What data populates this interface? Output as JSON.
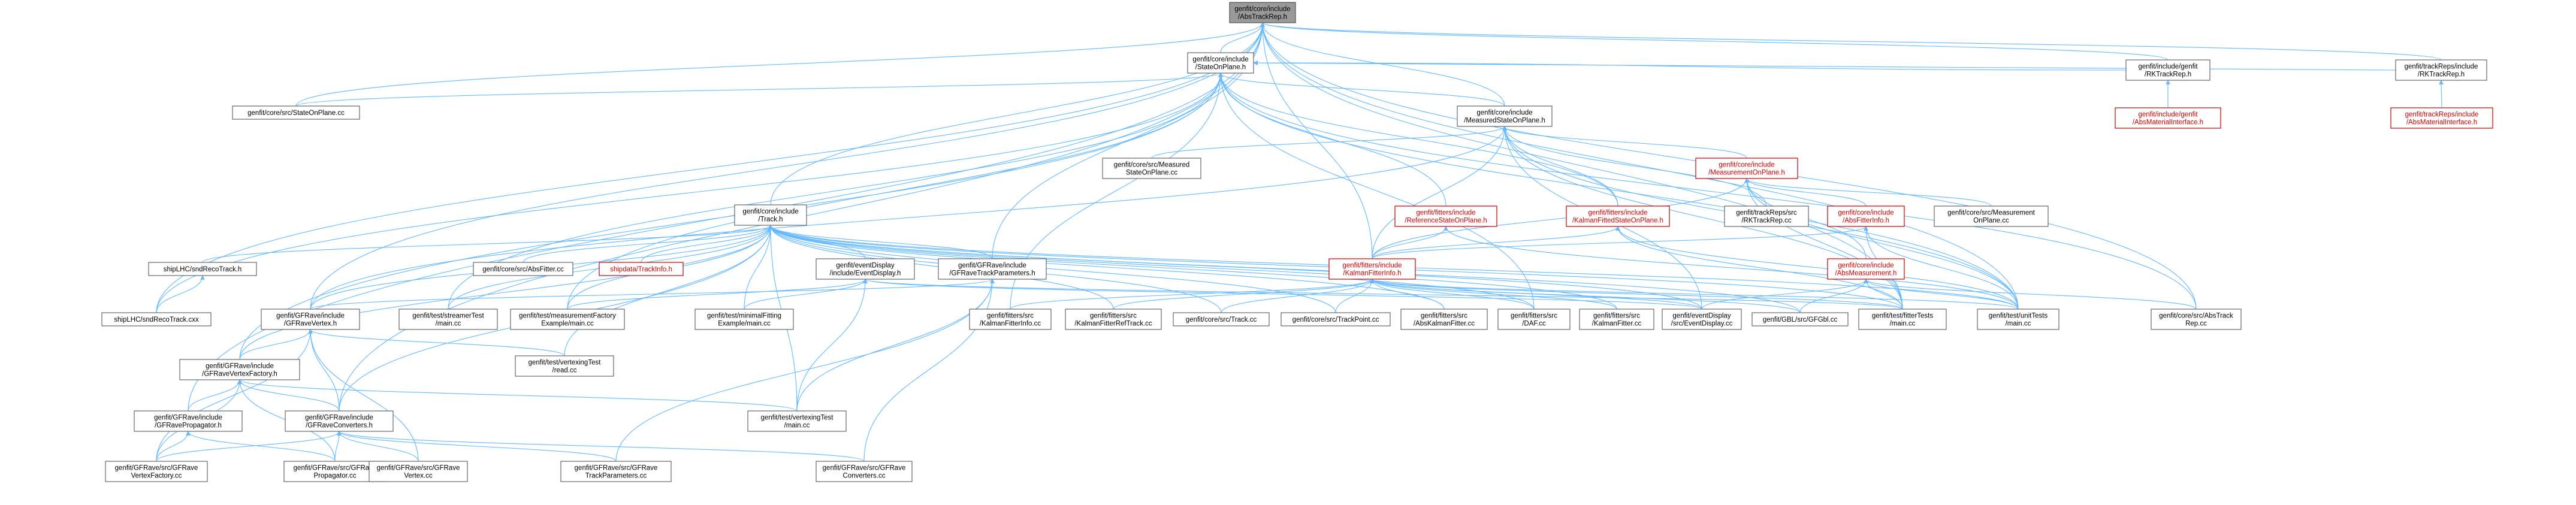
{
  "nodes": [
    {
      "id": "abstrackrep_h",
      "lines": [
        "genfit/core/include",
        "/AbsTrackRep.h"
      ],
      "kind": "root"
    },
    {
      "id": "stateonplane_h",
      "lines": [
        "genfit/core/include",
        "/StateOnPlane.h"
      ],
      "kind": "plain"
    },
    {
      "id": "stateonplane_cc",
      "lines": [
        "genfit/core/src/StateOnPlane.cc"
      ],
      "kind": "plain"
    },
    {
      "id": "measuredsop_h",
      "lines": [
        "genfit/core/include",
        "/MeasuredStateOnPlane.h"
      ],
      "kind": "plain"
    },
    {
      "id": "rktrackrep_h",
      "lines": [
        "genfit/include/genfit",
        "/RKTrackRep.h"
      ],
      "kind": "plain"
    },
    {
      "id": "rktrackreps_h",
      "lines": [
        "genfit/trackReps/include",
        "/RKTrackRep.h"
      ],
      "kind": "plain"
    },
    {
      "id": "absmat_genfit",
      "lines": [
        "genfit/include/genfit",
        "/AbsMaterialInterface.h"
      ],
      "kind": "red"
    },
    {
      "id": "absmat_trackreps",
      "lines": [
        "genfit/trackReps/include",
        "/AbsMaterialInterface.h"
      ],
      "kind": "red"
    },
    {
      "id": "measuredsop_cc",
      "lines": [
        "genfit/core/src/Measured",
        "StateOnPlane.cc"
      ],
      "kind": "plain"
    },
    {
      "id": "meas_on_plane_h",
      "lines": [
        "genfit/core/include",
        "/MeasurementOnPlane.h"
      ],
      "kind": "red"
    },
    {
      "id": "track_h",
      "lines": [
        "genfit/core/include",
        "/Track.h"
      ],
      "kind": "plain"
    },
    {
      "id": "refsop_h",
      "lines": [
        "genfit/fitters/include",
        "/ReferenceStateOnPlane.h"
      ],
      "kind": "red"
    },
    {
      "id": "kfsop_h",
      "lines": [
        "genfit/fitters/include",
        "/KalmanFittedStateOnPlane.h"
      ],
      "kind": "red"
    },
    {
      "id": "rktrackrep_cc",
      "lines": [
        "genfit/trackReps/src",
        "/RKTrackRep.cc"
      ],
      "kind": "plain"
    },
    {
      "id": "absfitterinfo_h",
      "lines": [
        "genfit/core/include",
        "/AbsFitterInfo.h"
      ],
      "kind": "red"
    },
    {
      "id": "meas_on_plane_cc",
      "lines": [
        "genfit/core/src/Measurement",
        "OnPlane.cc"
      ],
      "kind": "plain"
    },
    {
      "id": "ship_reco_h",
      "lines": [
        "shipLHC/sndRecoTrack.h"
      ],
      "kind": "plain"
    },
    {
      "id": "absfitter_cc",
      "lines": [
        "genfit/core/src/AbsFitter.cc"
      ],
      "kind": "plain"
    },
    {
      "id": "trackinfo_h",
      "lines": [
        "shipdata/TrackInfo.h"
      ],
      "kind": "red"
    },
    {
      "id": "eventdisplay_h",
      "lines": [
        "genfit/eventDisplay",
        "/include/EventDisplay.h"
      ],
      "kind": "plain"
    },
    {
      "id": "gfrave_params_h",
      "lines": [
        "genfit/GFRave/include",
        "/GFRaveTrackParameters.h"
      ],
      "kind": "plain"
    },
    {
      "id": "kfinfo_h",
      "lines": [
        "genfit/fitters/include",
        "/KalmanFitterInfo.h"
      ],
      "kind": "red"
    },
    {
      "id": "absmeasurement_h",
      "lines": [
        "genfit/core/include",
        "/AbsMeasurement.h"
      ],
      "kind": "red"
    },
    {
      "id": "ship_reco_cxx",
      "lines": [
        "shipLHC/sndRecoTrack.cxx"
      ],
      "kind": "plain"
    },
    {
      "id": "gfrave_vertex_h",
      "lines": [
        "genfit/GFRave/include",
        "/GFRaveVertex.h"
      ],
      "kind": "plain"
    },
    {
      "id": "streamer_main",
      "lines": [
        "genfit/test/streamerTest",
        "/main.cc"
      ],
      "kind": "plain"
    },
    {
      "id": "measfactory_main",
      "lines": [
        "genfit/test/measurementFactory",
        "Example/main.cc"
      ],
      "kind": "plain"
    },
    {
      "id": "minimal_main",
      "lines": [
        "genfit/test/minimalFitting",
        "Example/main.cc"
      ],
      "kind": "plain"
    },
    {
      "id": "kfinfo_cc",
      "lines": [
        "genfit/fitters/src",
        "/KalmanFitterInfo.cc"
      ],
      "kind": "plain"
    },
    {
      "id": "kfreftrack_cc",
      "lines": [
        "genfit/fitters/src",
        "/KalmanFitterRefTrack.cc"
      ],
      "kind": "plain"
    },
    {
      "id": "track_cc",
      "lines": [
        "genfit/core/src/Track.cc"
      ],
      "kind": "plain"
    },
    {
      "id": "trackpoint_cc",
      "lines": [
        "genfit/core/src/TrackPoint.cc"
      ],
      "kind": "plain"
    },
    {
      "id": "abskf_cc",
      "lines": [
        "genfit/fitters/src",
        "/AbsKalmanFitter.cc"
      ],
      "kind": "plain"
    },
    {
      "id": "daf_cc",
      "lines": [
        "genfit/fitters/src",
        "/DAF.cc"
      ],
      "kind": "plain"
    },
    {
      "id": "kf_cc",
      "lines": [
        "genfit/fitters/src",
        "/KalmanFitter.cc"
      ],
      "kind": "plain"
    },
    {
      "id": "eventdisplay_cc",
      "lines": [
        "genfit/eventDisplay",
        "/src/EventDisplay.cc"
      ],
      "kind": "plain"
    },
    {
      "id": "gbl_cc",
      "lines": [
        "genfit/GBL/src/GFGbl.cc"
      ],
      "kind": "plain"
    },
    {
      "id": "fittertests_main",
      "lines": [
        "genfit/test/fitterTests",
        "/main.cc"
      ],
      "kind": "plain"
    },
    {
      "id": "unittests_main",
      "lines": [
        "genfit/test/unitTests",
        "/main.cc"
      ],
      "kind": "plain"
    },
    {
      "id": "abstrackrep_cc",
      "lines": [
        "genfit/core/src/AbsTrack",
        "Rep.cc"
      ],
      "kind": "plain"
    },
    {
      "id": "vtxread_cc",
      "lines": [
        "genfit/test/vertexingTest",
        "/read.cc"
      ],
      "kind": "plain"
    },
    {
      "id": "gfrave_vfactory_h",
      "lines": [
        "genfit/GFRave/include",
        "/GFRaveVertexFactory.h"
      ],
      "kind": "plain"
    },
    {
      "id": "vtxtest_main",
      "lines": [
        "genfit/test/vertexingTest",
        "/main.cc"
      ],
      "kind": "plain"
    },
    {
      "id": "gfrave_prop_h",
      "lines": [
        "genfit/GFRave/include",
        "/GFRavePropagator.h"
      ],
      "kind": "plain"
    },
    {
      "id": "gfrave_conv_h",
      "lines": [
        "genfit/GFRave/include",
        "/GFRaveConverters.h"
      ],
      "kind": "plain"
    },
    {
      "id": "gfrave_vfactory_cc",
      "lines": [
        "genfit/GFRave/src/GFRave",
        "VertexFactory.cc"
      ],
      "kind": "plain"
    },
    {
      "id": "gfrave_prop_cc",
      "lines": [
        "genfit/GFRave/src/GFRave",
        "Propagator.cc"
      ],
      "kind": "plain"
    },
    {
      "id": "gfrave_vertex_cc",
      "lines": [
        "genfit/GFRave/src/GFRave",
        "Vertex.cc"
      ],
      "kind": "plain"
    },
    {
      "id": "gfrave_params_cc",
      "lines": [
        "genfit/GFRave/src/GFRave",
        "TrackParameters.cc"
      ],
      "kind": "plain"
    },
    {
      "id": "gfrave_conv_cc",
      "lines": [
        "genfit/GFRave/src/GFRave",
        "Converters.cc"
      ],
      "kind": "plain"
    }
  ],
  "edges": [
    [
      "abstrackrep_h",
      "stateonplane_h"
    ],
    [
      "abstrackrep_h",
      "stateonplane_cc"
    ],
    [
      "abstrackrep_h",
      "measuredsop_h"
    ],
    [
      "abstrackrep_h",
      "rktrackrep_h"
    ],
    [
      "abstrackrep_h",
      "rktrackreps_h"
    ],
    [
      "abstrackrep_h",
      "abstrackrep_cc"
    ],
    [
      "abstrackrep_h",
      "unittests_main"
    ],
    [
      "abstrackrep_h",
      "track_h"
    ],
    [
      "abstrackrep_h",
      "kfinfo_h"
    ],
    [
      "abstrackrep_h",
      "gfrave_vertex_h"
    ],
    [
      "abstrackrep_h",
      "gfrave_prop_h"
    ],
    [
      "abstrackrep_h",
      "gfrave_conv_h"
    ],
    [
      "abstrackrep_h",
      "gfrave_params_h"
    ],
    [
      "abstrackrep_h",
      "ship_reco_cxx"
    ],
    [
      "abstrackrep_h",
      "fittertests_main"
    ],
    [
      "stateonplane_h",
      "stateonplane_cc"
    ],
    [
      "stateonplane_h",
      "measuredsop_h"
    ],
    [
      "stateonplane_h",
      "rktrackrep_h"
    ],
    [
      "stateonplane_h",
      "rktrackreps_h"
    ],
    [
      "stateonplane_h",
      "refsop_h"
    ],
    [
      "stateonplane_h",
      "kfsop_h"
    ],
    [
      "stateonplane_h",
      "unittests_main"
    ],
    [
      "stateonplane_h",
      "abstrackrep_cc"
    ],
    [
      "stateonplane_h",
      "measfactory_main"
    ],
    [
      "stateonplane_h",
      "ship_reco_cxx"
    ],
    [
      "stateonplane_h",
      "kfinfo_cc"
    ],
    [
      "stateonplane_h",
      "daf_cc"
    ],
    [
      "stateonplane_h",
      "streamer_main"
    ],
    [
      "stateonplane_h",
      "gfrave_vfactory_h"
    ],
    [
      "measuredsop_h",
      "measuredsop_cc"
    ],
    [
      "measuredsop_h",
      "meas_on_plane_h"
    ],
    [
      "measuredsop_h",
      "kfsop_h"
    ],
    [
      "measuredsop_h",
      "kfinfo_h"
    ],
    [
      "measuredsop_h",
      "rktrackrep_cc"
    ],
    [
      "measuredsop_h",
      "unittests_main"
    ],
    [
      "measuredsop_h",
      "eventdisplay_cc"
    ],
    [
      "measuredsop_h",
      "gfrave_vertex_h"
    ],
    [
      "measuredsop_h",
      "fittertests_main"
    ],
    [
      "rktrackrep_h",
      "absmat_genfit"
    ],
    [
      "rktrackreps_h",
      "absmat_trackreps"
    ],
    [
      "meas_on_plane_h",
      "kfinfo_h"
    ],
    [
      "meas_on_plane_h",
      "absfitterinfo_h"
    ],
    [
      "meas_on_plane_h",
      "meas_on_plane_cc"
    ],
    [
      "meas_on_plane_h",
      "absmeasurement_h"
    ],
    [
      "meas_on_plane_h",
      "unittests_main"
    ],
    [
      "meas_on_plane_h",
      "fittertests_main"
    ],
    [
      "absfitterinfo_h",
      "kfinfo_h"
    ],
    [
      "absfitterinfo_h",
      "unittests_main"
    ],
    [
      "absfitterinfo_h",
      "fittertests_main"
    ],
    [
      "refsop_h",
      "kfinfo_h"
    ],
    [
      "refsop_h",
      "unittests_main"
    ],
    [
      "kfsop_h",
      "kfinfo_h"
    ],
    [
      "kfsop_h",
      "unittests_main"
    ],
    [
      "kfsop_h",
      "fittertests_main"
    ],
    [
      "absmeasurement_h",
      "abstrackrep_cc"
    ],
    [
      "absmeasurement_h",
      "gbl_cc"
    ],
    [
      "absmeasurement_h",
      "unittests_main"
    ],
    [
      "absmeasurement_h",
      "fittertests_main"
    ],
    [
      "absmeasurement_h",
      "eventdisplay_cc"
    ],
    [
      "track_h",
      "ship_reco_h"
    ],
    [
      "track_h",
      "absfitter_cc"
    ],
    [
      "track_h",
      "trackinfo_h"
    ],
    [
      "track_h",
      "eventdisplay_h"
    ],
    [
      "track_h",
      "gfrave_params_h"
    ],
    [
      "track_h",
      "gfrave_vertex_h"
    ],
    [
      "track_h",
      "streamer_main"
    ],
    [
      "track_h",
      "measfactory_main"
    ],
    [
      "track_h",
      "minimal_main"
    ],
    [
      "track_h",
      "kfreftrack_cc"
    ],
    [
      "track_h",
      "track_cc"
    ],
    [
      "track_h",
      "trackpoint_cc"
    ],
    [
      "track_h",
      "abskf_cc"
    ],
    [
      "track_h",
      "daf_cc"
    ],
    [
      "track_h",
      "kf_cc"
    ],
    [
      "track_h",
      "eventdisplay_cc"
    ],
    [
      "track_h",
      "gbl_cc"
    ],
    [
      "track_h",
      "fittertests_main"
    ],
    [
      "track_h",
      "unittests_main"
    ],
    [
      "track_h",
      "vtxread_cc"
    ],
    [
      "track_h",
      "vtxtest_main"
    ],
    [
      "track_h",
      "gfrave_conv_h"
    ],
    [
      "track_h",
      "gfrave_vfactory_h"
    ],
    [
      "ship_reco_h",
      "ship_reco_cxx"
    ],
    [
      "eventdisplay_h",
      "eventdisplay_cc"
    ],
    [
      "eventdisplay_h",
      "measfactory_main"
    ],
    [
      "eventdisplay_h",
      "minimal_main"
    ],
    [
      "eventdisplay_h",
      "fittertests_main"
    ],
    [
      "eventdisplay_h",
      "vtxtest_main"
    ],
    [
      "gfrave_params_h",
      "gfrave_vertex_h"
    ],
    [
      "gfrave_params_h",
      "gfrave_params_cc"
    ],
    [
      "gfrave_params_h",
      "gfrave_conv_cc"
    ],
    [
      "gfrave_params_h",
      "vtxtest_main"
    ],
    [
      "kfinfo_h",
      "kfinfo_cc"
    ],
    [
      "kfinfo_h",
      "kfreftrack_cc"
    ],
    [
      "kfinfo_h",
      "track_cc"
    ],
    [
      "kfinfo_h",
      "trackpoint_cc"
    ],
    [
      "kfinfo_h",
      "abskf_cc"
    ],
    [
      "kfinfo_h",
      "daf_cc"
    ],
    [
      "kfinfo_h",
      "kf_cc"
    ],
    [
      "kfinfo_h",
      "eventdisplay_cc"
    ],
    [
      "kfinfo_h",
      "gbl_cc"
    ],
    [
      "kfinfo_h",
      "fittertests_main"
    ],
    [
      "kfinfo_h",
      "unittests_main"
    ],
    [
      "gfrave_vertex_h",
      "vtxread_cc"
    ],
    [
      "gfrave_vertex_h",
      "gfrave_vfactory_h"
    ],
    [
      "gfrave_vertex_h",
      "gfrave_conv_h"
    ],
    [
      "gfrave_vertex_h",
      "gfrave_vertex_cc"
    ],
    [
      "gfrave_vertex_h",
      "gfrave_vfactory_cc"
    ],
    [
      "gfrave_vfactory_h",
      "vtxtest_main"
    ],
    [
      "gfrave_vfactory_h",
      "gfrave_prop_h"
    ],
    [
      "gfrave_vfactory_h",
      "gfrave_conv_h"
    ],
    [
      "gfrave_vfactory_h",
      "gfrave_vfactory_cc"
    ],
    [
      "gfrave_vfactory_h",
      "gfrave_prop_cc"
    ],
    [
      "gfrave_prop_h",
      "gfrave_vfactory_cc"
    ],
    [
      "gfrave_prop_h",
      "gfrave_prop_cc"
    ],
    [
      "gfrave_conv_h",
      "gfrave_vfactory_cc"
    ],
    [
      "gfrave_conv_h",
      "gfrave_prop_cc"
    ],
    [
      "gfrave_conv_h",
      "gfrave_vertex_cc"
    ],
    [
      "gfrave_conv_h",
      "gfrave_params_cc"
    ],
    [
      "gfrave_conv_h",
      "gfrave_conv_cc"
    ]
  ],
  "colors": {
    "edge": "#63b8ff",
    "node_border": "#666666",
    "red_border": "#cc0000",
    "root_fill": "#999999"
  }
}
